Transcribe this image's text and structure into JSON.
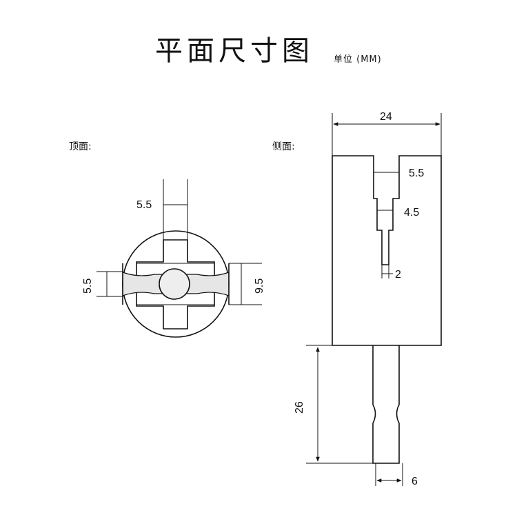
{
  "title": "平面尺寸图",
  "unit": "单位 (MM)",
  "top_view": {
    "label": "顶面:",
    "dims": {
      "top": "5.5",
      "left": "5.5",
      "right": "9.5"
    }
  },
  "side_view": {
    "label": "侧面:",
    "dims": {
      "width": "24",
      "slot_top": "5.5",
      "slot_mid": "4.5",
      "slot_bottom": "2",
      "pin_length": "26",
      "pin_width": "6"
    }
  },
  "colors": {
    "line": "#111111",
    "background": "#ffffff",
    "groove_fill": "#e6e6e6"
  }
}
